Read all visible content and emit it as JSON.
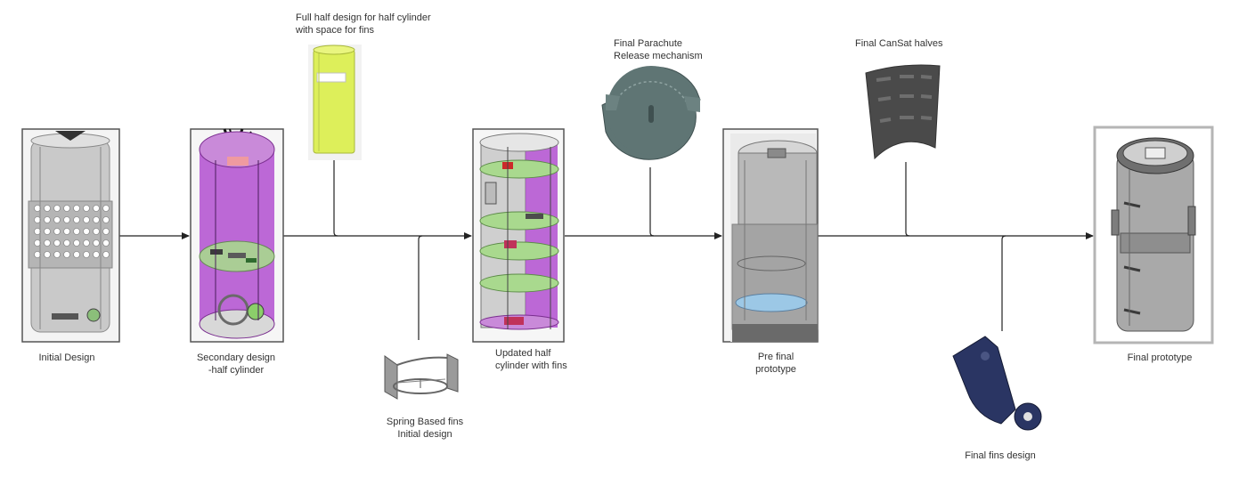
{
  "stages": [
    {
      "id": "initial",
      "caption": "Initial Design"
    },
    {
      "id": "secondary",
      "caption": "Secondary design\n-half cylinder"
    },
    {
      "id": "full-half",
      "caption": "Full half design for  half cylinder\nwith space for fins"
    },
    {
      "id": "spring-fins",
      "caption": "Spring Based fins\nInitial design"
    },
    {
      "id": "updated-half",
      "caption": "Updated half\ncylinder with fins"
    },
    {
      "id": "parachute",
      "caption": "Final Parachute\nRelease mechanism"
    },
    {
      "id": "pre-final",
      "caption": "Pre final\nprototype"
    },
    {
      "id": "cansat-halves",
      "caption": "Final CanSat halves"
    },
    {
      "id": "fins-final",
      "caption": "Final fins design"
    },
    {
      "id": "final",
      "caption": "Final prototype"
    }
  ],
  "colors": {
    "arrow": "#222222",
    "frame": "#555555",
    "final_frame": "#b5b5b5",
    "purple": "#b14fd0",
    "green": "#a9d98e",
    "lime": "#ddef5a",
    "slate": "#5f7574",
    "navy": "#2a3563",
    "grey_body": "#a9a9a9"
  }
}
